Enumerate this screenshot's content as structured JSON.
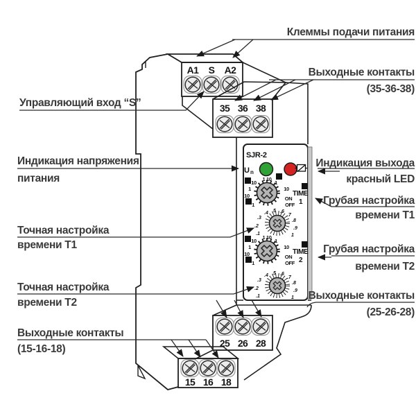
{
  "annotations": {
    "power_terminals": {
      "lines": [
        "Клеммы подачи питания"
      ]
    },
    "output_35": {
      "lines": [
        "Выходные контакты",
        "(35-36-38)"
      ]
    },
    "control_input": {
      "lines": [
        "Управляющий вход “S”"
      ]
    },
    "power_indication": {
      "lines": [
        "Индикация напряжения",
        "питания"
      ]
    },
    "output_indication": {
      "lines": [
        "Индикация выхода",
        "красный LED"
      ]
    },
    "coarse_t1": {
      "lines": [
        "Грубая настройка",
        "времени Т1"
      ]
    },
    "fine_t1": {
      "lines": [
        "Точная настройка",
        "времени Т1"
      ]
    },
    "coarse_t2": {
      "lines": [
        "Грубая настройка",
        "времени Т2"
      ]
    },
    "fine_t2": {
      "lines": [
        "Точная настройка",
        "времени Т2"
      ]
    },
    "output_25": {
      "lines": [
        "Выходные контакты",
        "(25-26-28)"
      ]
    },
    "output_15": {
      "lines": [
        "Выходные контакты",
        "(15-16-18)"
      ]
    }
  },
  "device": {
    "model": "SJR-2",
    "power_led_label_u": "U",
    "power_led_label_n": "n",
    "timer1": {
      "name": "TIME",
      "channel": "1"
    },
    "timer2": {
      "name": "TIME",
      "channel": "2"
    },
    "coarse_scale": {
      "tl10": "10",
      "top": "1 10",
      "tr1": "1",
      "r10": "10",
      "on": "ON",
      "off": "OFF",
      "l1": "1",
      "l10": "10",
      "bl1": "1"
    },
    "fine_scale": [
      ".1",
      ".2",
      ".3",
      ".4",
      ".5",
      ".6",
      ".7",
      ".8",
      ".9",
      "1"
    ],
    "terminals": {
      "power": [
        "A1",
        "S",
        "A2"
      ],
      "out35": [
        "35",
        "36",
        "38"
      ],
      "out25": [
        "25",
        "26",
        "28"
      ],
      "out15": [
        "15",
        "16",
        "18"
      ]
    },
    "colors": {
      "led_green": "#2fa136",
      "led_red": "#d42323",
      "knob": "#b5b5b5",
      "outline": "#1f1f1f",
      "label_text": "#3a3a3a"
    }
  }
}
